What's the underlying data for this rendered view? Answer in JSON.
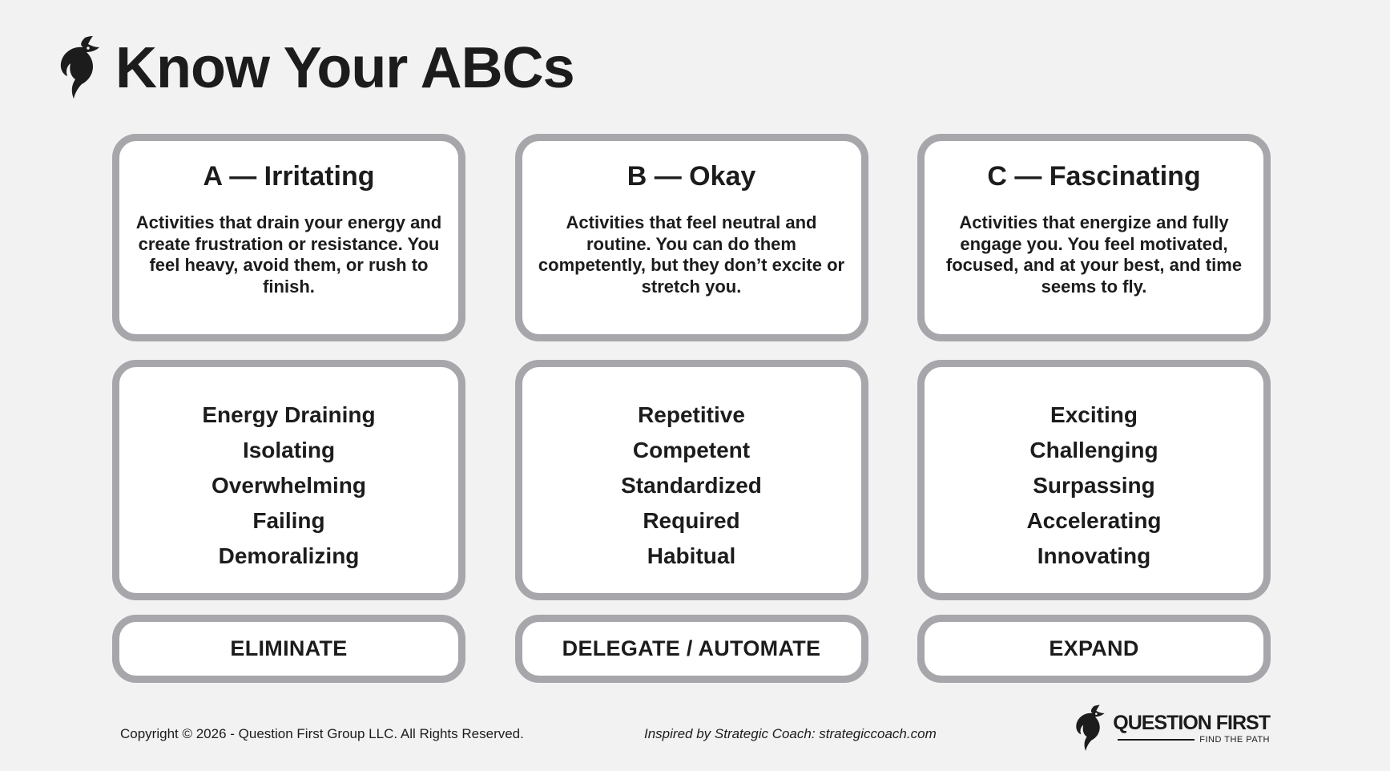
{
  "header": {
    "title": "Know Your ABCs",
    "logo_icon": "phoenix-logo-icon"
  },
  "categories": [
    {
      "title": "A — Irritating",
      "description": "Activities that drain your energy and create frustration or resistance. You feel heavy, avoid them, or rush to finish.",
      "words": [
        "Energy Draining",
        "Isolating",
        "Overwhelming",
        "Failing",
        "Demoralizing"
      ],
      "action": "ELIMINATE"
    },
    {
      "title": "B — Okay",
      "description": "Activities that feel neutral and routine. You can do them competently, but they don’t excite or stretch you.",
      "words": [
        "Repetitive",
        "Competent",
        "Standardized",
        "Required",
        "Habitual"
      ],
      "action": "DELEGATE / AUTOMATE"
    },
    {
      "title": "C — Fascinating",
      "description": "Activities that energize and fully engage you. You feel motivated, focused, and at your best, and time seems to fly.",
      "words": [
        "Exciting",
        "Challenging",
        "Surpassing",
        "Accelerating",
        "Innovating"
      ],
      "action": "EXPAND"
    }
  ],
  "footer": {
    "copyright": "Copyright © 2026 - Question First Group LLC. All Rights Reserved.",
    "inspired": "Inspired by Strategic Coach: strategiccoach.com",
    "brand_name": "QUESTION FIRST",
    "brand_tagline": "FIND THE PATH"
  },
  "colors": {
    "background": "#f2f2f2",
    "card_border": "#a7a7ab",
    "card_fill": "#ffffff",
    "text": "#1c1c1c"
  }
}
